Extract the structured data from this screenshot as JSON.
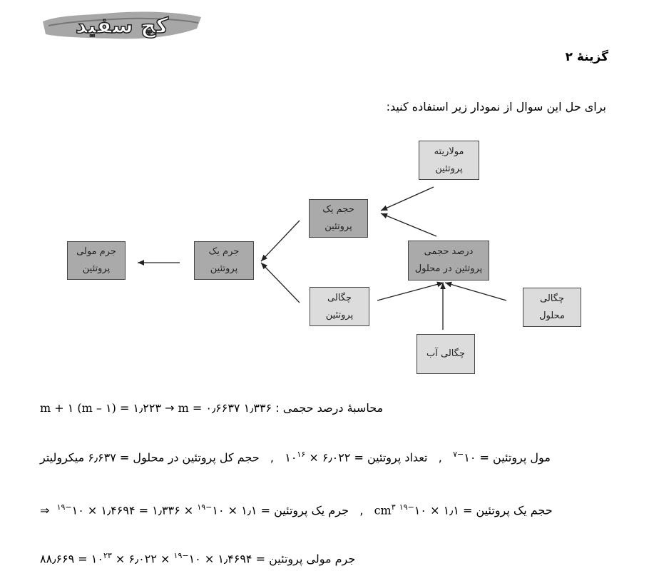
{
  "logo": {
    "text": "کچ سفید"
  },
  "heading": "گزینۀ ۲",
  "intro": "برای حل این سوال از نمودار زیر استفاده کنید:",
  "diagram": {
    "molarity": [
      "مولاریته",
      "پروتئین"
    ],
    "volume_one": [
      "حجم یک",
      "پروتئین"
    ],
    "volume_percent": [
      "درصد حجمی",
      "پروتئین در محلول"
    ],
    "mass_one": [
      "جرم یک",
      "پروتئین"
    ],
    "molar_mass": [
      "جرم مولی",
      "پروتئین"
    ],
    "protein_density": [
      "چگالی",
      "پروتئین"
    ],
    "solution_density": [
      "چگالی",
      "محلول"
    ],
    "water_density": [
      "چگالی آب"
    ]
  },
  "equations": {
    "line1": {
      "label": "محاسبۀ درصد حجمی :",
      "expr": "۱٫۳۳۶ m + ۱ (m – ۱) = ۱٫۲۲۳",
      "arrow": "→",
      "result": "m = ۰٫۶۶۳۷"
    },
    "line2": {
      "mol_label": "مول پروتئین =",
      "mol_value": "۱۰",
      "mol_exp": "−۷",
      "sep1": ",",
      "count_label": "تعداد پروتئین =",
      "count_value": "۶٫۰۲۲ × ۱۰",
      "count_exp": "۱۶",
      "sep2": ",",
      "total_label": "حجم کل پروتئین در محلول =",
      "total_value": "۶٫۶۳۷",
      "total_unit": "میکرولیتر"
    },
    "line3": {
      "vol_label": "حجم یک پروتئین =",
      "vol_value": "۱٫۱ × ۱۰",
      "vol_exp": "−۱۹",
      "vol_unit": "cm",
      "vol_unit_exp": "۳",
      "sep": ",",
      "mass_label": "جرم یک پروتئین =",
      "mass_expr": "۱٫۱ × ۱۰",
      "mass_exp": "−۱۹",
      "mass_mult": "× ۱٫۳۳۶ = ۱٫۴۶۹۴ × ۱۰",
      "mass_exp2": "−۱۹",
      "implies": "⇒"
    },
    "line4": {
      "label": "جرم مولی پروتئین =",
      "expr": "۱٫۴۶۹۴ × ۱۰",
      "exp1": "−۱۹",
      "mid": "× ۶٫۰۲۲ × ۱۰",
      "exp2": "۲۳",
      "result": "= ۸۸٫۶۶۹"
    }
  }
}
